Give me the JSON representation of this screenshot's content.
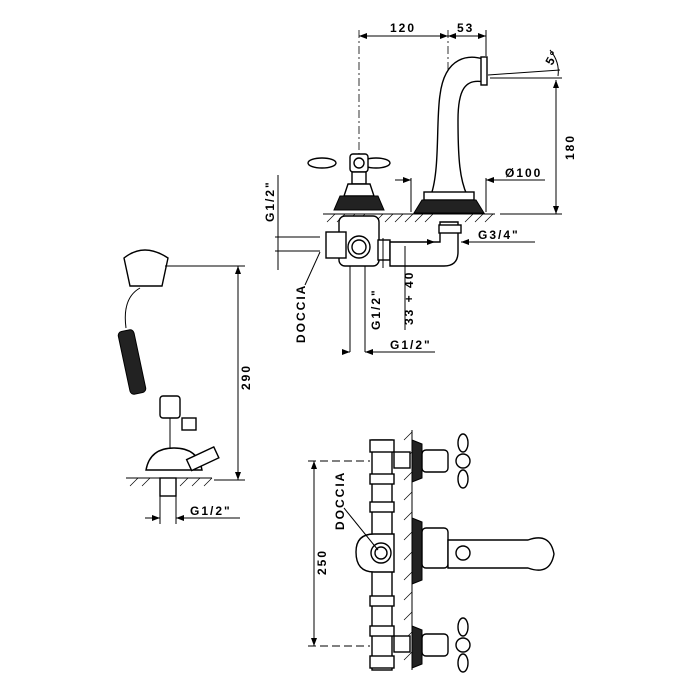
{
  "labels": {
    "spout_spacing": "120",
    "spout_reach": "53",
    "spout_angle": "5°",
    "spout_height": "180",
    "base_diameter": "Ø100",
    "inlet_left": "G1/2\"",
    "outlet_spout": "G3/4\"",
    "doccia_top": "DOCCIA",
    "inlet_mid": "G1/2\"",
    "adjust_range": "33 + 40",
    "inlet_bottom": "G1/2\"",
    "handshower_height": "290",
    "handshower_thread": "G1/2\"",
    "doccia_bottom": "DOCCIA",
    "handle_spacing": "250"
  }
}
